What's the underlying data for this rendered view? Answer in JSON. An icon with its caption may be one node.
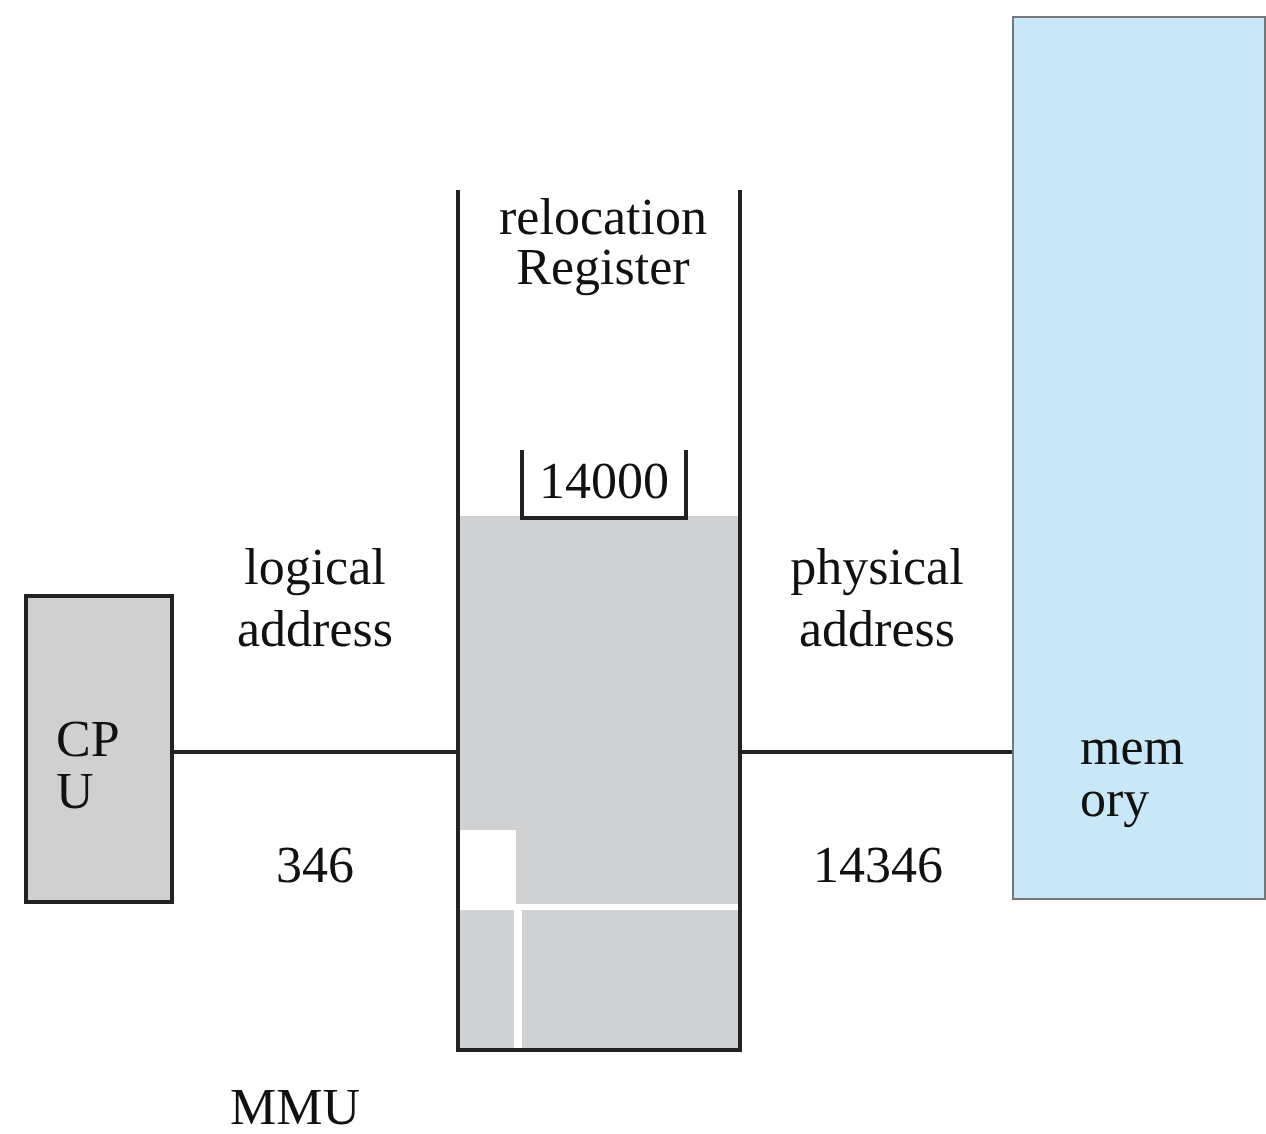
{
  "diagram": {
    "nodes": [
      {
        "text": [
          "CPU"
        ]
      },
      {
        "text": [
          "MMU"
        ]
      },
      {
        "text": [
          "14000"
        ],
        "in": 1,
        "beside": [
          "relocation Register"
        ]
      },
      {
        "text": [
          "memory"
        ]
      }
    ],
    "edges": [
      {
        "from": 0,
        "to": 1,
        "arrow": "none",
        "label": "logical address"
      },
      {
        "from": 1,
        "to": 3,
        "arrow": "none",
        "label": "physical address"
      }
    ],
    "labels": [
      "346",
      "14346"
    ]
  }
}
